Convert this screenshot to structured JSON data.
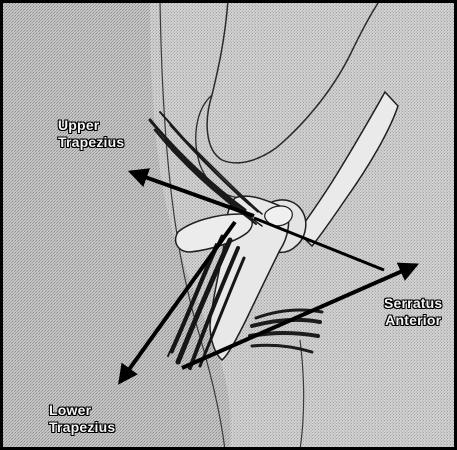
{
  "labels": {
    "upper_trapezius": {
      "line1": "Upper",
      "line2": "Trapezius"
    },
    "serratus_anterior": {
      "line1": "Serratus",
      "line2": "Anterior"
    },
    "lower_trapezius": {
      "line1": "Lower",
      "line2": "Trapezius"
    }
  },
  "colors": {
    "background_tone": "#b9b9b9",
    "frame": "#000000",
    "bone": "#e6e6e6",
    "muscle": "#1e1e1e",
    "arrow": "#000000"
  }
}
